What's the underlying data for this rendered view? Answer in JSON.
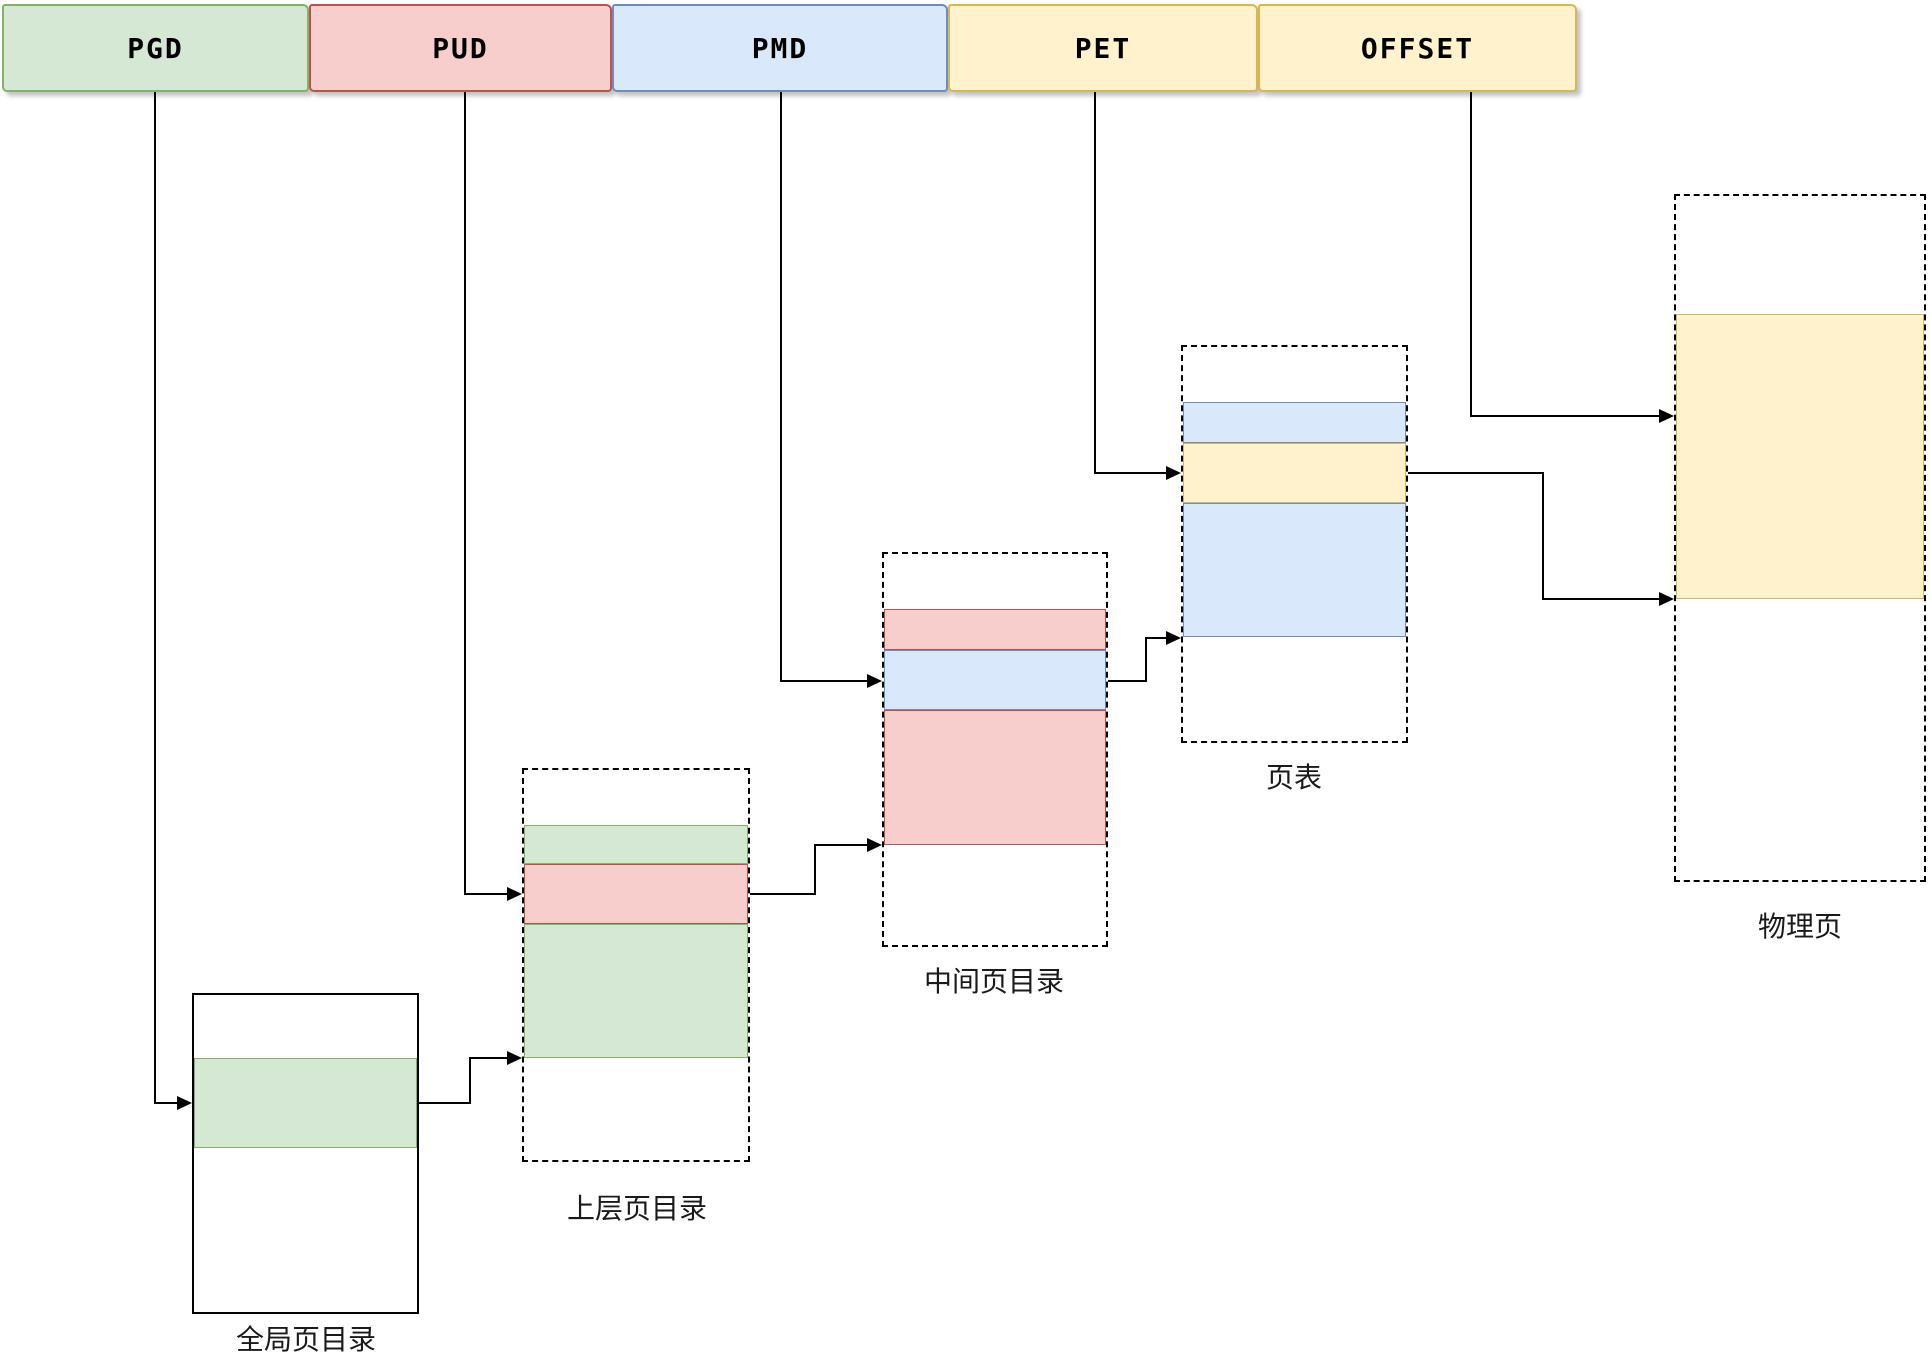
{
  "diagram": {
    "description_labels": {
      "pgd_table": "全局页目录",
      "pud_table": "上层页目录",
      "pmd_table": "中间页目录",
      "pte_table": "页表",
      "phys_page": "物理页"
    }
  },
  "address_bar": {
    "segments": [
      {
        "label": "PGD",
        "color": "green"
      },
      {
        "label": "PUD",
        "color": "red"
      },
      {
        "label": "PMD",
        "color": "blue"
      },
      {
        "label": "PET",
        "color": "yellow"
      },
      {
        "label": "OFFSET",
        "color": "yellow"
      }
    ]
  },
  "tables": {
    "pgd": {
      "label": "全局页目录",
      "border": "solid",
      "rows": [
        "empty",
        "highlight-green",
        "empty"
      ]
    },
    "pud": {
      "label": "上层页目录",
      "border": "dashed",
      "rows": [
        "empty",
        "green",
        "highlight-red",
        "green-large",
        "empty"
      ]
    },
    "pmd": {
      "label": "中间页目录",
      "border": "dashed",
      "rows": [
        "empty",
        "red",
        "highlight-blue",
        "red-large",
        "empty"
      ]
    },
    "pte": {
      "label": "页表",
      "border": "dashed",
      "rows": [
        "empty",
        "blue",
        "highlight-yellow",
        "blue-large",
        "empty"
      ]
    },
    "page": {
      "label": "物理页",
      "border": "dashed",
      "rows": [
        "empty",
        "yellow-frame",
        "empty"
      ]
    }
  },
  "palette": {
    "green_fill": "#d5e8d4",
    "green_stroke": "#82b366",
    "red_fill": "#f8cecc",
    "red_stroke": "#b85450",
    "blue_fill": "#dae8fc",
    "blue_stroke": "#6c8ebf",
    "yellow_fill": "#fff2cc",
    "yellow_stroke": "#d6b656",
    "line_color": "#000000"
  }
}
